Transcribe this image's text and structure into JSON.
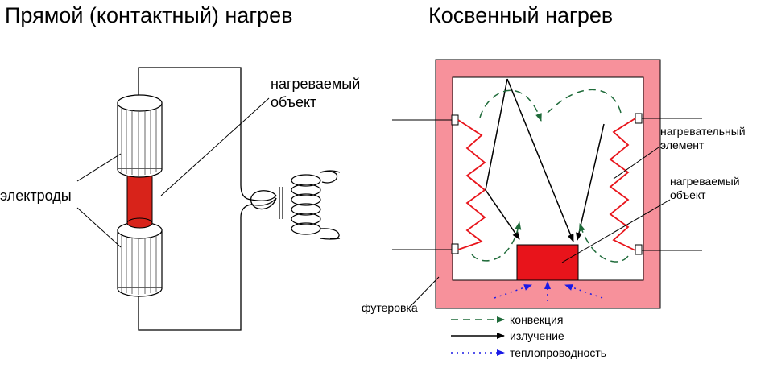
{
  "titles": {
    "direct": "Прямой (контактный) нагрев",
    "indirect": "Косвенный нагрев"
  },
  "direct": {
    "label_object_1": "нагреваемый",
    "label_object_2": "объект",
    "label_electrodes": "электроды"
  },
  "indirect": {
    "label_element_1": "нагревательный",
    "label_element_2": "элемент",
    "label_object_1": "нагреваемый",
    "label_object_2": "объект",
    "label_lining": "футеровка"
  },
  "legend": {
    "convection": "конвекция",
    "radiation": "излучение",
    "conduction": "теплопроводность"
  },
  "colors": {
    "heated_object": "#e8141b",
    "rod": "#d8231a",
    "lining": "#f7919b",
    "coil": "#e8141b",
    "convection": "#1f6b3a",
    "conduction": "#1a1ae6"
  }
}
